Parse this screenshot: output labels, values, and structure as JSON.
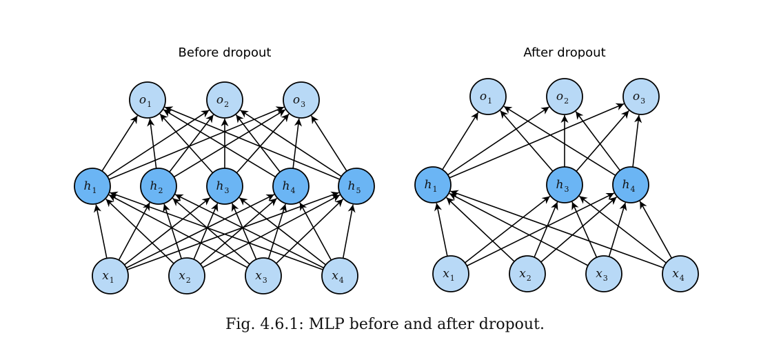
{
  "colors": {
    "input_node": "#b8d9f6",
    "output_node": "#b8d9f6",
    "hidden_node": "#6bb5f4",
    "stroke": "#000000"
  },
  "panels": [
    {
      "id": "before",
      "title": "Before dropout",
      "outputs": [
        {
          "v": "o",
          "s": "1"
        },
        {
          "v": "o",
          "s": "2"
        },
        {
          "v": "o",
          "s": "3"
        }
      ],
      "hidden": [
        {
          "v": "h",
          "s": "1"
        },
        {
          "v": "h",
          "s": "2"
        },
        {
          "v": "h",
          "s": "3"
        },
        {
          "v": "h",
          "s": "4"
        },
        {
          "v": "h",
          "s": "5"
        }
      ],
      "inputs": [
        {
          "v": "x",
          "s": "1"
        },
        {
          "v": "x",
          "s": "2"
        },
        {
          "v": "x",
          "s": "3"
        },
        {
          "v": "x",
          "s": "4"
        }
      ],
      "kept_hidden": [
        0,
        1,
        2,
        3,
        4
      ]
    },
    {
      "id": "after",
      "title": "After dropout",
      "outputs": [
        {
          "v": "o",
          "s": "1"
        },
        {
          "v": "o",
          "s": "2"
        },
        {
          "v": "o",
          "s": "3"
        }
      ],
      "hidden": [
        {
          "v": "h",
          "s": "1"
        },
        {
          "v": "h",
          "s": "3"
        },
        {
          "v": "h",
          "s": "4"
        }
      ],
      "inputs": [
        {
          "v": "x",
          "s": "1"
        },
        {
          "v": "x",
          "s": "2"
        },
        {
          "v": "x",
          "s": "3"
        },
        {
          "v": "x",
          "s": "4"
        }
      ],
      "kept_hidden": [
        0,
        2,
        3
      ]
    }
  ],
  "caption": "Fig. 4.6.1: MLP before and after dropout."
}
